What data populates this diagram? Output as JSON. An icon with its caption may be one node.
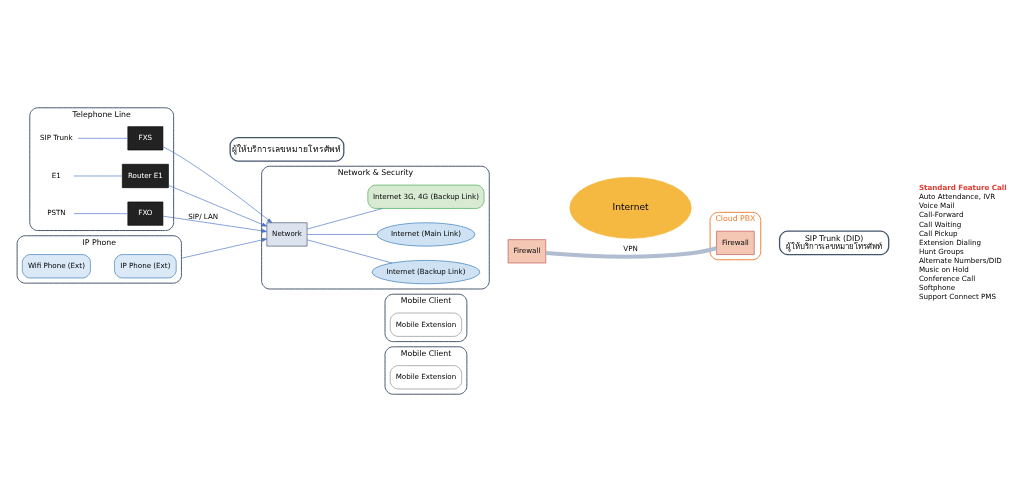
{
  "diagram": {
    "nodes": [
      {
        "text": [
          "IP Phone"
        ]
      },
      {
        "text": [
          "IP Phone (Ext)"
        ],
        "in": 0
      },
      {
        "text": [
          "Wifi Phone (Ext)"
        ],
        "in": 0
      },
      {
        "text": [
          "Telephone Line"
        ]
      },
      {
        "text": [
          "SIP Trunk"
        ],
        "in": 3
      },
      {
        "text": [
          "FXS"
        ],
        "in": 3
      },
      {
        "text": [
          "PSTN"
        ],
        "in": 3
      },
      {
        "text": [
          "FXO"
        ],
        "in": 3
      },
      {
        "text": [
          "E1"
        ],
        "in": 3
      },
      {
        "text": [
          "Router E1"
        ],
        "in": 3
      },
      {
        "text": [
          "ผู้ให้บริการเลขหมายโทรศัพท์"
        ]
      },
      {
        "text": [
          "Network & Security"
        ]
      },
      {
        "text": [
          "Network"
        ],
        "in": 11
      },
      {
        "text": [
          "Internet (Main Link)"
        ],
        "in": 11
      },
      {
        "text": [
          "Internet (Backup Link)"
        ],
        "in": 11
      },
      {
        "text": [
          "Internet 3G, 4G (Backup Link)"
        ],
        "in": 11
      },
      {
        "text": [
          "Firewall"
        ]
      },
      {
        "text": [
          "Internet"
        ]
      },
      {
        "text": [
          "Cloud PBX"
        ]
      },
      {
        "text": [
          "Firewall"
        ],
        "in": 18
      },
      {
        "text": [
          "SIP Trunk (DID)",
          "ผู้ให้บริการเลขหมายโทรศัพท์"
        ]
      },
      {
        "text": [
          "Mobile Client"
        ]
      },
      {
        "text": [
          "Mobile Extension"
        ],
        "in": 21
      },
      {
        "text": [
          "Mobile Client"
        ]
      },
      {
        "text": [
          "Mobile Extension"
        ],
        "in": 23
      }
    ],
    "edges": [
      {
        "from": 0,
        "to": 12,
        "arrow": "to"
      },
      {
        "from": 4,
        "to": 5,
        "arrow": "none"
      },
      {
        "from": 6,
        "to": 7,
        "arrow": "none"
      },
      {
        "from": 8,
        "to": 9,
        "arrow": "none"
      },
      {
        "from": 5,
        "to": 12,
        "arrow": "to"
      },
      {
        "from": 7,
        "to": 12,
        "arrow": "to",
        "label": "SIP/ LAN"
      },
      {
        "from": 9,
        "to": 12,
        "arrow": "to"
      },
      {
        "from": 12,
        "to": 13,
        "arrow": "none"
      },
      {
        "from": 12,
        "to": 14,
        "arrow": "none"
      },
      {
        "from": 12,
        "to": 15,
        "arrow": "none"
      },
      {
        "from": 16,
        "to": 19,
        "arrow": "none",
        "label": "VPN",
        "style": "thick",
        "color": "#b0bcd0"
      }
    ],
    "labels": [
      "Standard Feature Call",
      "Auto Attendance, IVR",
      "Voice Mail",
      "Call-Forward",
      "Call Waiting",
      "Call Pickup",
      "Extension Dialing",
      "Hunt Groups",
      "Alternate Numbers/DID",
      "Music on Hold",
      "Conference Call",
      "Softphone",
      "Support Connect PMS"
    ]
  }
}
